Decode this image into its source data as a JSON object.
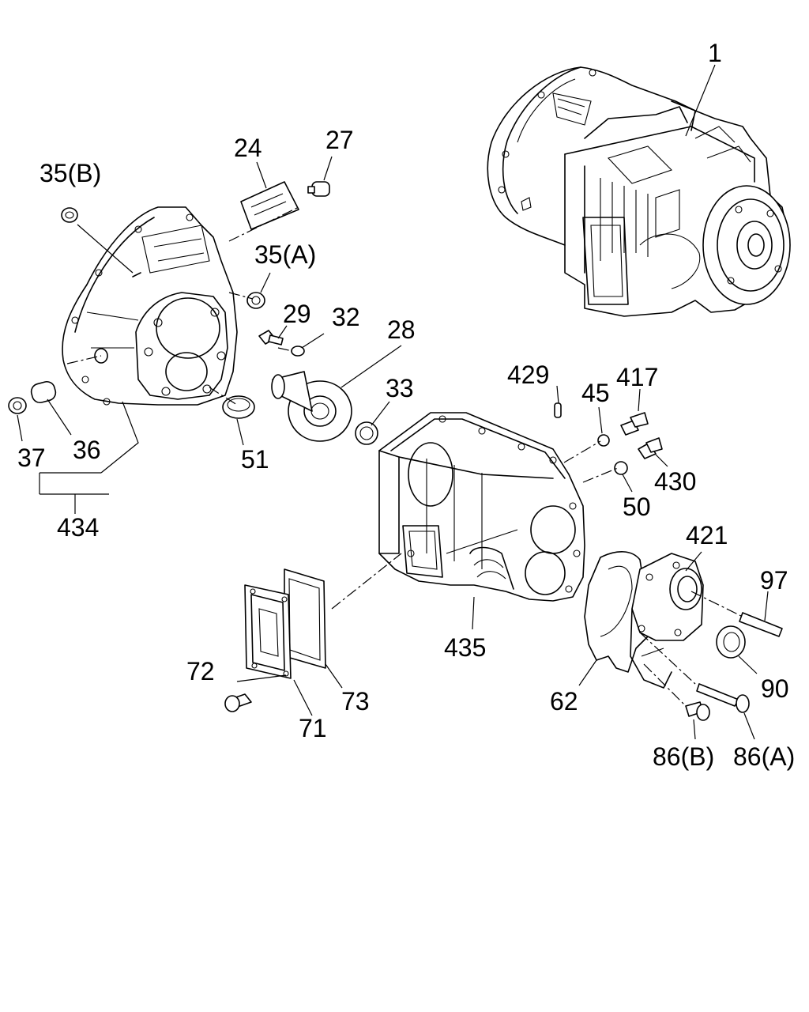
{
  "diagram": {
    "labels": {
      "p1": "1",
      "p24": "24",
      "p27": "27",
      "p35b": "35(B)",
      "p35a": "35(A)",
      "p29": "29",
      "p32": "32",
      "p28": "28",
      "p33": "33",
      "p51": "51",
      "p37": "37",
      "p36": "36",
      "p434": "434",
      "p429": "429",
      "p417": "417",
      "p45": "45",
      "p430": "430",
      "p50": "50",
      "p421": "421",
      "p97": "97",
      "p435": "435",
      "p90": "90",
      "p72": "72",
      "p73": "73",
      "p71": "71",
      "p62": "62",
      "p86b": "86(B)",
      "p86a": "86(A)"
    }
  }
}
